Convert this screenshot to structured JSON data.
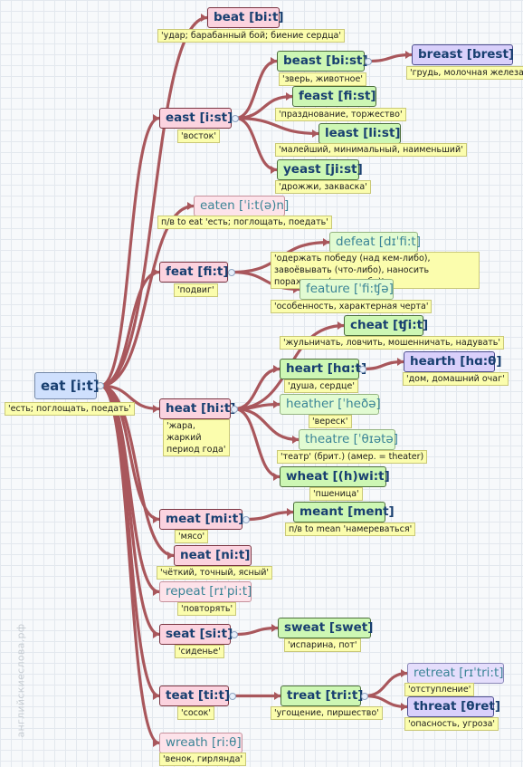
{
  "watermark": "английскиеслова.рф",
  "nodes": {
    "eat": {
      "word": "eat [i:t]",
      "gloss": "'есть; поглощать, поедать'"
    },
    "beat": {
      "word": "beat [bi:t]",
      "gloss": "'удар; барабанный бой; биение сердца'"
    },
    "east": {
      "word": "east [i:st]",
      "gloss": "'восток'"
    },
    "beast": {
      "word": "beast [bi:st]",
      "gloss": "'зверь, животное'"
    },
    "breast": {
      "word": "breast [brest]",
      "gloss": "'грудь, молочная железа'"
    },
    "feast": {
      "word": "feast [fi:st]",
      "gloss": "'празднование, торжество'"
    },
    "least": {
      "word": "least [li:st]",
      "gloss": "'малейший, минимальный, наименьший'"
    },
    "yeast": {
      "word": "yeast [ji:st]",
      "gloss": "'дрожжи, закваска'"
    },
    "eaten": {
      "word": "eaten [ˈi:t(ə)n]",
      "gloss": "п/в to eat 'есть; поглощать, поедать'"
    },
    "feat": {
      "word": "feat [fi:t]",
      "gloss": "'подвиг'"
    },
    "defeat": {
      "word": "defeat [dɪˈfi:t]",
      "gloss": "'одержать победу (над кем-либо), завоёвывать (что-либо), наносить поражение (кому-либо)'"
    },
    "feature": {
      "word": "feature [ˈfi:ʧə]",
      "gloss": "'особенность, характерная черта'"
    },
    "heat": {
      "word": "heat [hi:t]",
      "gloss": "'жара, жаркий период года'"
    },
    "cheat": {
      "word": "cheat [ʧi:t]",
      "gloss": "'жульничать, ловчить, мошенничать, надувать'"
    },
    "heart": {
      "word": "heart [hɑ:t]",
      "gloss": "'душа, сердце'"
    },
    "hearth": {
      "word": "hearth [hɑ:θ]",
      "gloss": "'дом, домашний очаг'"
    },
    "heather": {
      "word": "heather [ˈheðə]",
      "gloss": "'вереск'"
    },
    "theatre": {
      "word": "theatre [ˈθɪətə]",
      "gloss": "'театр' (брит.) (амер. = theater)"
    },
    "wheat": {
      "word": "wheat [(h)wi:t]",
      "gloss": "'пшеница'"
    },
    "meat": {
      "word": "meat [mi:t]",
      "gloss": "'мясо'"
    },
    "meant": {
      "word": "meant [ment]",
      "gloss": "п/в to mean 'намереваться'"
    },
    "neat": {
      "word": "neat [ni:t]",
      "gloss": "'чёткий, точный, ясный'"
    },
    "repeat": {
      "word": "repeat [rɪˈpi:t]",
      "gloss": "'повторять'"
    },
    "seat": {
      "word": "seat [si:t]",
      "gloss": "'сиденье'"
    },
    "sweat": {
      "word": "sweat [swet]",
      "gloss": "'испарина, пот'"
    },
    "teat": {
      "word": "teat [ti:t]",
      "gloss": "'сосок'"
    },
    "treat": {
      "word": "treat [tri:t]",
      "gloss": "'угощение, пиршество'"
    },
    "retreat": {
      "word": "retreat [rɪˈtri:t]",
      "gloss": "'отступление'"
    },
    "threat": {
      "word": "threat [θret]",
      "gloss": "'опасность, угроза'"
    },
    "wreath": {
      "word": "wreath [ri:θ]",
      "gloss": "'венок, гирлянда'"
    }
  },
  "edges": [
    [
      "eat",
      "beat"
    ],
    [
      "eat",
      "east"
    ],
    [
      "eat",
      "eaten"
    ],
    [
      "eat",
      "feat"
    ],
    [
      "eat",
      "heat"
    ],
    [
      "eat",
      "meat"
    ],
    [
      "eat",
      "neat"
    ],
    [
      "eat",
      "repeat"
    ],
    [
      "eat",
      "seat"
    ],
    [
      "eat",
      "teat"
    ],
    [
      "eat",
      "wreath"
    ],
    [
      "east",
      "beast"
    ],
    [
      "east",
      "feast"
    ],
    [
      "east",
      "least"
    ],
    [
      "east",
      "yeast"
    ],
    [
      "beast",
      "breast"
    ],
    [
      "feat",
      "defeat"
    ],
    [
      "feat",
      "feature"
    ],
    [
      "heat",
      "cheat"
    ],
    [
      "heat",
      "heart"
    ],
    [
      "heat",
      "heather"
    ],
    [
      "heat",
      "theatre"
    ],
    [
      "heat",
      "wheat"
    ],
    [
      "heart",
      "hearth"
    ],
    [
      "meat",
      "meant"
    ],
    [
      "seat",
      "sweat"
    ],
    [
      "teat",
      "treat"
    ],
    [
      "treat",
      "retreat"
    ],
    [
      "treat",
      "threat"
    ]
  ]
}
